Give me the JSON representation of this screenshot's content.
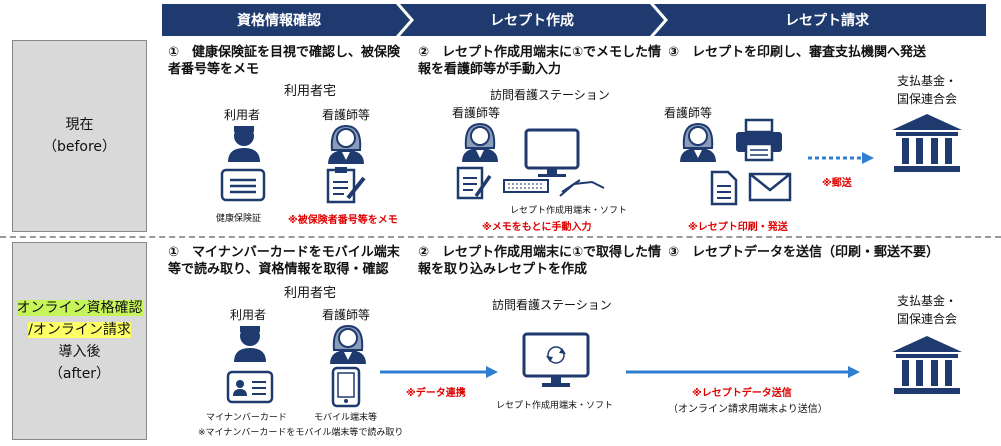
{
  "phases": [
    "資格情報確認",
    "レセプト作成",
    "レセプト請求"
  ],
  "before": {
    "label_line1": "現在",
    "label_line2": "（before）",
    "step1": "①　健康保険証を目視で確認し、被保険者番号等をメモ",
    "step2": "②　レセプト作成用端末に①でメモした情報を看護師等が手動入力",
    "step3": "③　レセプトを印刷し、審査支払機関へ発送",
    "home": "利用者宅",
    "user": "利用者",
    "nurse": "看護師等",
    "card": "健康保険証",
    "memo_note": "※被保険者番号等をメモ",
    "station": "訪問看護ステーション",
    "nurse2": "看護師等",
    "terminal": "レセプト作成用端末・ソフト",
    "manual_note": "※メモをもとに手動入力",
    "nurse3": "看護師等",
    "print_note": "※レセプト印刷・発送",
    "mail_note": "※郵送",
    "fund_line1": "支払基金・",
    "fund_line2": "国保連合会"
  },
  "after": {
    "label_part1": "オンライン資格確認",
    "label_part2": "/オンライン請求",
    "label_line3": "導入後",
    "label_line4": "（after）",
    "step1": "①　マイナンバーカードをモバイル端末等で読み取り、資格情報を取得・確認",
    "step2": "②　レセプト作成用端末に①で取得した情報を取り込みレセプトを作成",
    "step3": "③　レセプトデータを送信（印刷・郵送不要）",
    "home": "利用者宅",
    "user": "利用者",
    "nurse": "看護師等",
    "card": "マイナンバーカード",
    "mobile": "モバイル端末等",
    "read_note": "※マイナンバーカードをモバイル端末等で読み取り",
    "data_link": "※データ連携",
    "station": "訪問看護ステーション",
    "terminal": "レセプト作成用端末・ソフト",
    "send_note": "※レセプトデータ送信",
    "send_sub": "（オンライン請求用端末より送信）",
    "fund_line1": "支払基金・",
    "fund_line2": "国保連合会"
  },
  "colors": {
    "navy": "#1f3a6e",
    "icon": "#1f3a6e",
    "arrow": "#2f7fd0",
    "red": "#e00000"
  }
}
